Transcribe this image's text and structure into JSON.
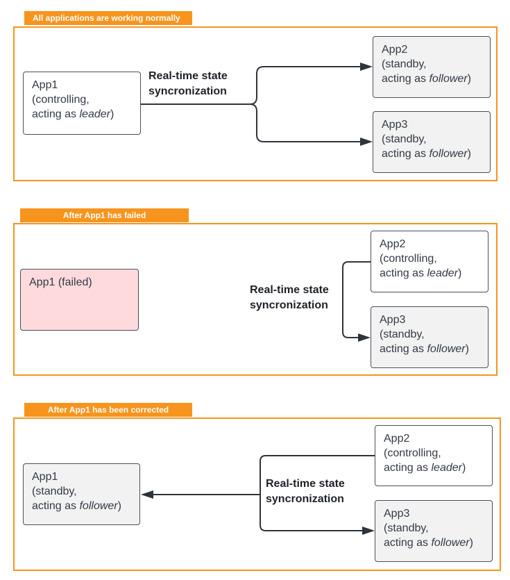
{
  "colors": {
    "accent": "#f7941d",
    "failed_fill": "#fedadd",
    "standby_fill": "#f2f2f3",
    "line": "#2f343b"
  },
  "scenario1": {
    "title": "All applications are working normally",
    "sync_label_line1": "Real-time state",
    "sync_label_line2": "syncronization",
    "app1": {
      "name": "App1",
      "line2": "(controlling,",
      "line3_prefix": "acting as ",
      "role": "leader",
      "line3_suffix": ")"
    },
    "app2": {
      "name": "App2",
      "line2": "(standby,",
      "line3_prefix": "acting as ",
      "role": "follower",
      "line3_suffix": ")"
    },
    "app3": {
      "name": "App3",
      "line2": "(standby,",
      "line3_prefix": "acting as ",
      "role": "follower",
      "line3_suffix": ")"
    }
  },
  "scenario2": {
    "title": "After App1 has failed",
    "sync_label_line1": "Real-time state",
    "sync_label_line2": "syncronization",
    "app1": {
      "name": "App1 (failed)"
    },
    "app2": {
      "name": "App2",
      "line2": "(controlling,",
      "line3_prefix": "acting as ",
      "role": "leader",
      "line3_suffix": ")"
    },
    "app3": {
      "name": "App3",
      "line2": "(standby,",
      "line3_prefix": "acting as ",
      "role": "follower",
      "line3_suffix": ")"
    }
  },
  "scenario3": {
    "title": "After App1 has been corrected",
    "sync_label_line1": "Real-time state",
    "sync_label_line2": "syncronization",
    "app1": {
      "name": "App1",
      "line2": "(standby,",
      "line3_prefix": "acting as ",
      "role": "follower",
      "line3_suffix": ")"
    },
    "app2": {
      "name": "App2",
      "line2": "(controlling,",
      "line3_prefix": "acting as ",
      "role": "leader",
      "line3_suffix": ")"
    },
    "app3": {
      "name": "App3",
      "line2": "(standby,",
      "line3_prefix": "acting as ",
      "role": "follower",
      "line3_suffix": ")"
    }
  }
}
